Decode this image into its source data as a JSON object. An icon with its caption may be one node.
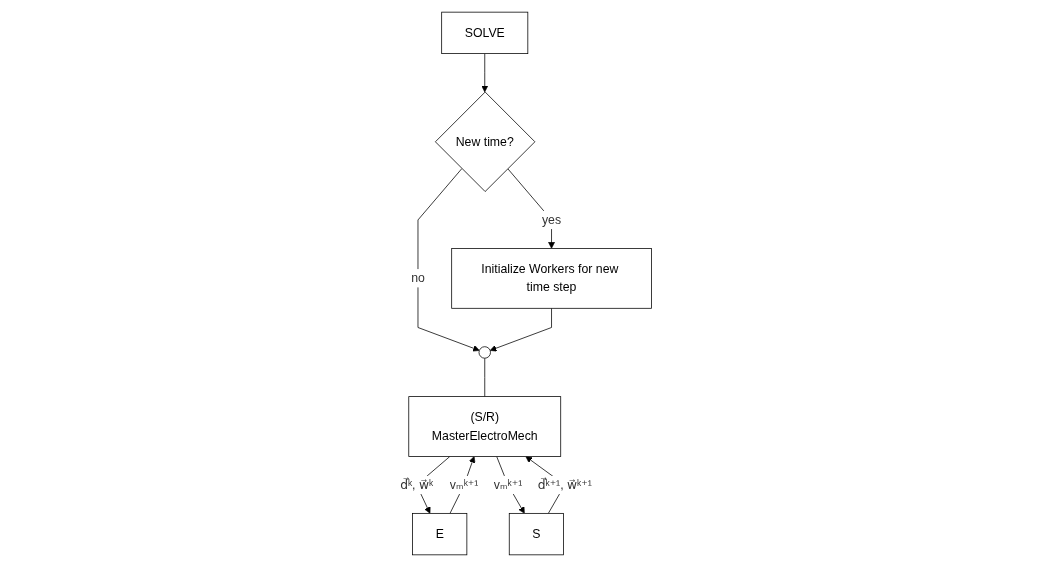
{
  "diagram": {
    "nodes": [
      {
        "text": [
          "SOLVE"
        ]
      },
      {
        "text": [
          "New time?"
        ]
      },
      {
        "text": [
          "Initialize Workers for new time step"
        ]
      },
      {
        "text": [],
        "shape": "circle"
      },
      {
        "text": [
          "(S/R)",
          "MasterElectroMech"
        ]
      },
      {
        "text": [
          "E"
        ]
      },
      {
        "text": [
          "S"
        ]
      }
    ],
    "edges": [
      {
        "from": 0,
        "to": 1,
        "arrow": "to"
      },
      {
        "from": 1,
        "to": 2,
        "arrow": "to",
        "label": "yes"
      },
      {
        "from": 1,
        "to": 3,
        "arrow": "to",
        "label": "no"
      },
      {
        "from": 2,
        "to": 3,
        "arrow": "to"
      },
      {
        "from": 3,
        "to": 4,
        "arrow": "none"
      },
      {
        "from": 4,
        "to": 5,
        "arrow": "to",
        "label": "d⃗ᵏ, w⃗ᵏ"
      },
      {
        "from": 5,
        "to": 4,
        "arrow": "to",
        "label": "vₘᵏ⁺¹"
      },
      {
        "from": 4,
        "to": 6,
        "arrow": "to",
        "label": "vₘᵏ⁺¹"
      },
      {
        "from": 6,
        "to": 4,
        "arrow": "to",
        "label": "d⃗ᵏ⁺¹, w⃗ᵏ⁺¹"
      }
    ]
  }
}
